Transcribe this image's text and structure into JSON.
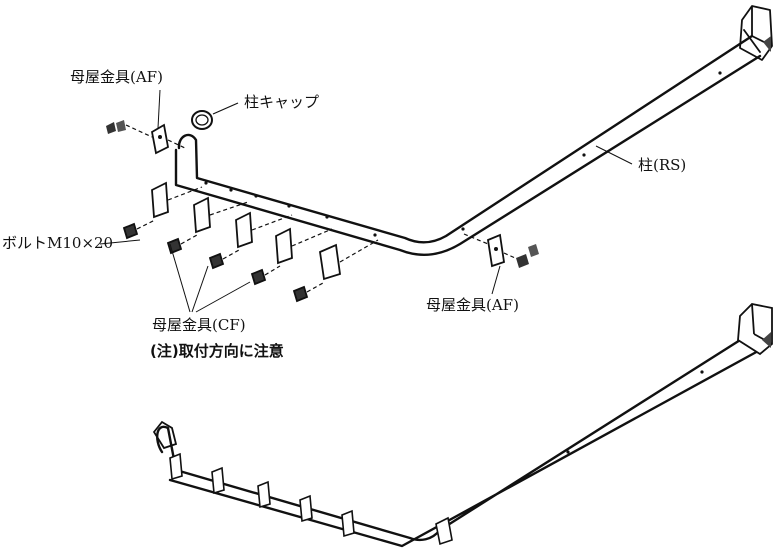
{
  "labels": {
    "purlin_af_top": "母屋金具(AF)",
    "column_cap": "柱キャップ",
    "column_rs": "柱(RS)",
    "bolt": "ボルトM10×20",
    "purlin_af_right": "母屋金具(AF)",
    "purlin_cf": "母屋金具(CF)",
    "note": "(注)取付方向に注意"
  }
}
